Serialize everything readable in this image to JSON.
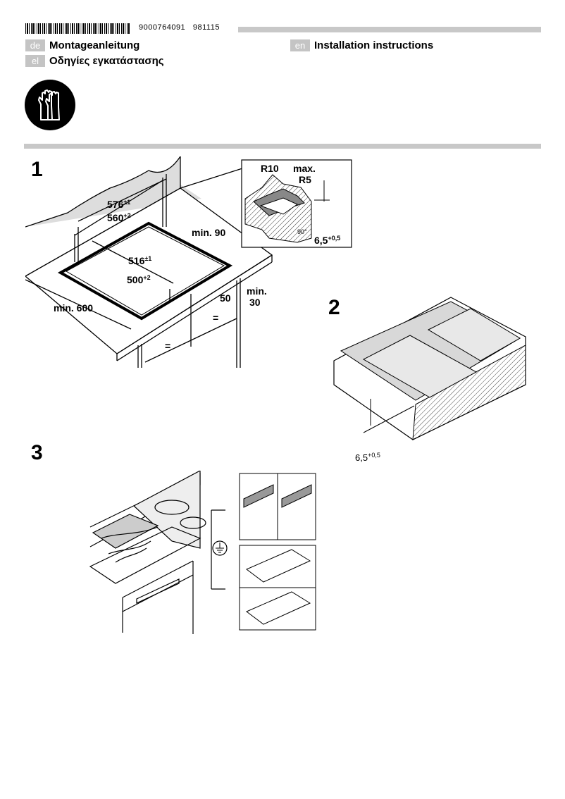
{
  "header": {
    "part_number": "9000764091",
    "date_code": "981115"
  },
  "titles": {
    "de": {
      "tag": "de",
      "text": "Montageanleitung"
    },
    "el": {
      "tag": "el",
      "text": "Οδηγίες εγκατάστασης"
    },
    "en": {
      "tag": "en",
      "text": "Installation instructions"
    }
  },
  "steps": {
    "s1": "1",
    "s2": "2",
    "s3": "3"
  },
  "fig1": {
    "dim_576": "576",
    "dim_576_sup": "±1",
    "dim_560": "560",
    "dim_560_sup": "+2",
    "dim_516": "516",
    "dim_516_sup": "±1",
    "dim_500": "500",
    "dim_500_sup": "+2",
    "min90": "min. 90",
    "min600": "min. 600",
    "dim_50": "50",
    "min30_a": "min.",
    "min30_b": "30",
    "eq": "=",
    "r10": "R10",
    "max_r5_a": "max.",
    "max_r5_b": "R5",
    "deg": "90°",
    "depth": "6,5",
    "depth_sup": "+0,5"
  },
  "fig2": {
    "depth": "6,5",
    "depth_sup": "+0,5"
  },
  "icons": {
    "gloves": "protective-gloves-icon",
    "ground": "ground-symbol-icon"
  }
}
